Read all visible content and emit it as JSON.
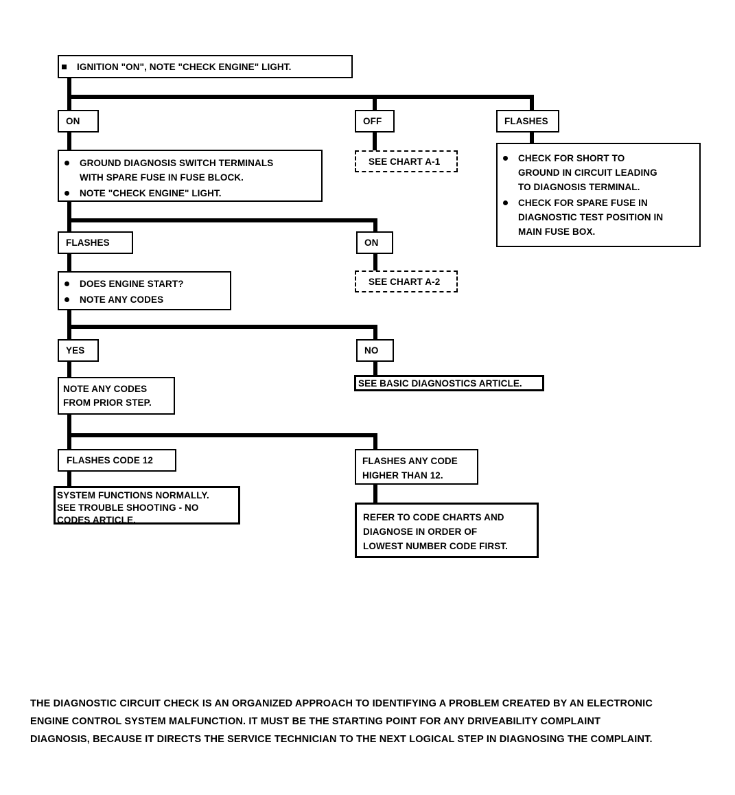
{
  "diagram": {
    "title": "Diagnostic Circuit Check Flow Chart",
    "nodes": {
      "start": {
        "bullet": "square",
        "text": "IGNITION \"ON\", NOTE \"CHECK ENGINE\" LIGHT."
      },
      "branch_on_1": {
        "label": "ON"
      },
      "branch_off_1": {
        "label": "OFF"
      },
      "branch_flashes_1": {
        "label": "FLASHES"
      },
      "ground_diagnosis": {
        "items": [
          "GROUND DIAGNOSIS SWITCH TERMINALS\nWITH SPARE FUSE IN FUSE BLOCK.",
          "NOTE \"CHECK ENGINE\" LIGHT."
        ]
      },
      "see_chart_a1": {
        "text": "SEE CHART A-1"
      },
      "check_short": {
        "items": [
          "CHECK FOR SHORT TO\nGROUND IN CIRCUIT LEADING\nTO DIAGNOSIS TERMINAL.",
          "CHECK FOR SPARE FUSE IN\nDIAGNOSTIC TEST POSITION IN\nMAIN FUSE BOX."
        ]
      },
      "branch_flashes_2": {
        "label": "FLASHES"
      },
      "branch_on_2": {
        "label": "ON"
      },
      "see_chart_a2": {
        "text": "SEE CHART A-2"
      },
      "does_engine_start": {
        "items": [
          "DOES ENGINE START?",
          "NOTE ANY CODES"
        ]
      },
      "branch_yes": {
        "label": "YES"
      },
      "branch_no": {
        "label": "NO"
      },
      "see_basic_diagnostics": {
        "text": "SEE BASIC DIAGNOSTICS ARTICLE."
      },
      "note_any_codes": {
        "text": "NOTE ANY CODES\nFROM PRIOR STEP."
      },
      "flashes_code_12": {
        "text": "FLASHES CODE 12"
      },
      "flashes_any_code": {
        "text": "FLASHES ANY CODE\nHIGHER THAN 12."
      },
      "system_functions": {
        "text": "SYSTEM FUNCTIONS NORMALLY.\nSEE TROUBLE SHOOTING  -  NO\nCODES ARTICLE."
      },
      "refer_to_code_charts": {
        "text": "REFER TO CODE CHARTS AND\nDIAGNOSE IN ORDER OF\nLOWEST NUMBER CODE FIRST."
      }
    }
  },
  "footer": {
    "line1": "THE DIAGNOSTIC CIRCUIT CHECK IS AN ORGANIZED APPROACH TO IDENTIFYING A PROBLEM CREATED BY AN ELECTRONIC",
    "line2": "ENGINE CONTROL SYSTEM MALFUNCTION. IT MUST BE THE STARTING POINT FOR ANY DRIVEABILITY COMPLAINT",
    "line3": "DIAGNOSIS, BECAUSE IT DIRECTS THE SERVICE TECHNICIAN TO THE NEXT LOGICAL STEP IN DIAGNOSING THE COMPLAINT."
  },
  "colors": {
    "ink": "#000000",
    "paper": "#ffffff"
  }
}
